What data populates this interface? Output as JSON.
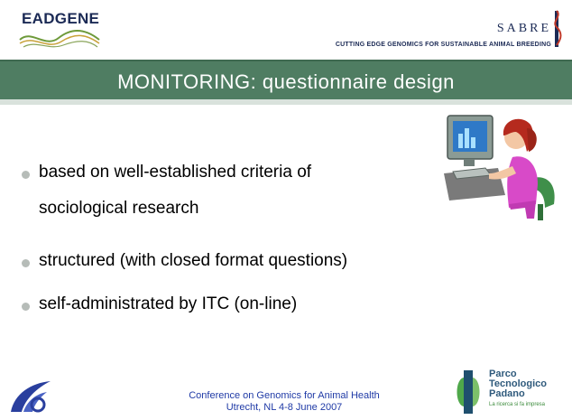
{
  "header": {
    "logo_left_text": "EADGENE",
    "logo_right_text": "SABRE",
    "logo_right_tagline": "CUTTING EDGE GENOMICS FOR SUSTAINABLE ANIMAL BREEDING",
    "title": "MONITORING: questionnaire design"
  },
  "bullets": [
    {
      "line1": "based on well-established criteria of",
      "line2": "sociological research"
    },
    {
      "line1": "structured (with closed format questions)"
    },
    {
      "line1": "self-administrated by ITC (on-line)"
    }
  ],
  "footer": {
    "conference_line1": "Conference on Genomics for Animal Health",
    "conference_line2": "Utrecht, NL 4-8 June 2007",
    "logo_right_lines": [
      "Parco",
      "Tecnologico",
      "Padano"
    ],
    "logo_right_subtext": "La ricerca si fa impresa"
  },
  "icons": {
    "clipart": "woman-at-computer-icon",
    "footer_left": "eu-sixth-framework-logo",
    "footer_right": "parco-tecnologico-padano-logo"
  },
  "colors": {
    "header_bar": "#4f7d62",
    "header_text": "#ffffff",
    "bullet_dot": "#b6bcb8",
    "conference_text": "#1f3aa6"
  }
}
